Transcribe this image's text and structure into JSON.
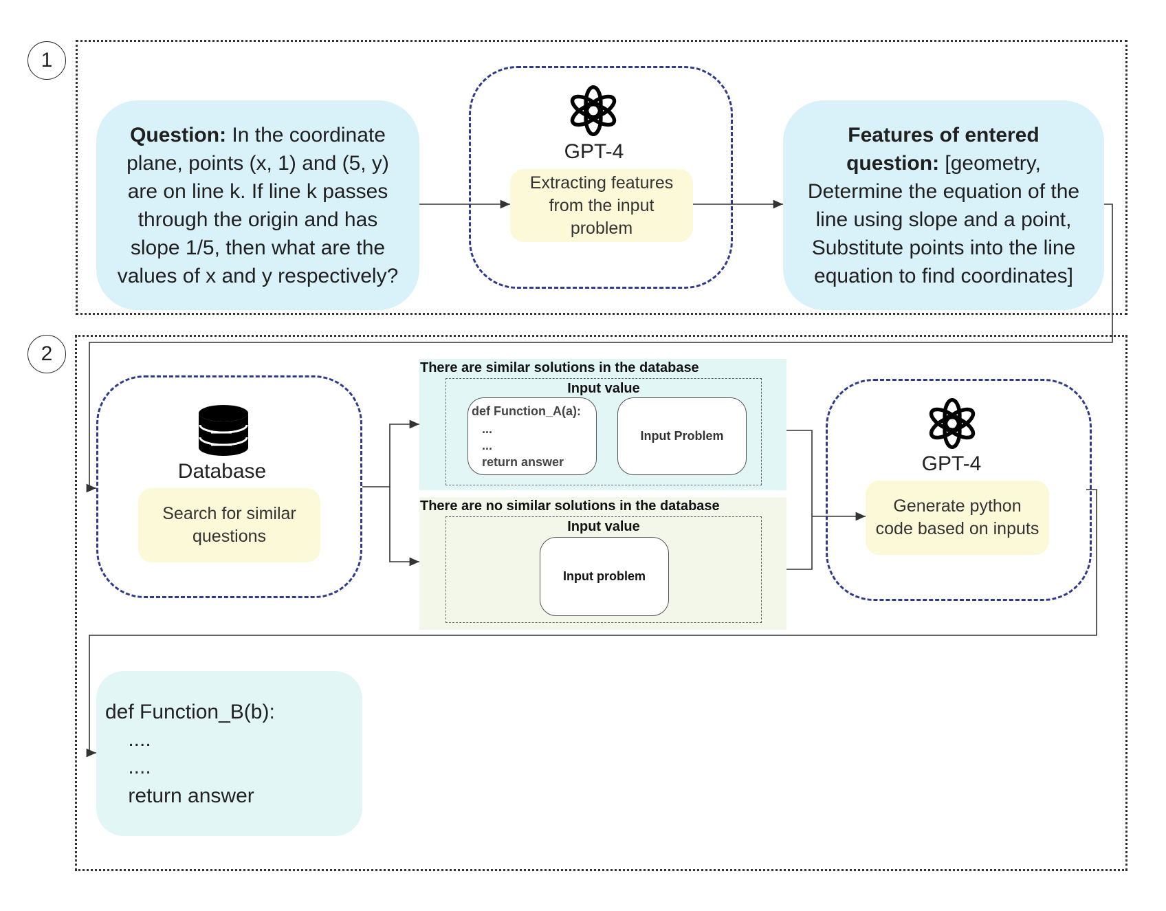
{
  "steps": {
    "one": "1",
    "two": "2"
  },
  "section1": {
    "question_label": "Question:",
    "question_text": " In the coordinate plane, points (x, 1) and (5, y) are on line k. If line k passes through the origin and has slope 1/5, then what are the values of x and y respectively?",
    "gpt_label": "GPT-4",
    "gpt_task": "Extracting features from the input problem",
    "features_label": "Features of entered question:",
    "features_text": " [geometry, Determine the equation of the line using slope and a point, Substitute points into the line equation to find coordinates]"
  },
  "section2": {
    "database_label": "Database",
    "database_task": "Search for similar questions",
    "similar_title": "There are similar solutions in the database",
    "similar_input_value": "Input value",
    "similar_code_lines": [
      "def Function_A(a):",
      "   ...",
      "   ...",
      "   return answer"
    ],
    "similar_input_problem": "Input Problem",
    "nosimilar_title": "There are no similar solutions in the database",
    "nosimilar_input_value": "Input value",
    "nosimilar_input_problem": "Input problem",
    "gpt_label": "GPT-4",
    "gpt_task": "Generate python code based on inputs",
    "output_code_lines": [
      "def Function_B(b):",
      "    ....",
      "    ....",
      "    return answer"
    ]
  },
  "colors": {
    "blue_box": "#d9f1f8",
    "yellow_note": "#fbf9d8",
    "dashed_border": "#2e3b8c",
    "similar_panel": "#e3f6f6",
    "nosimilar_panel": "#f2f7ea",
    "output_box": "#e3f6f6"
  }
}
